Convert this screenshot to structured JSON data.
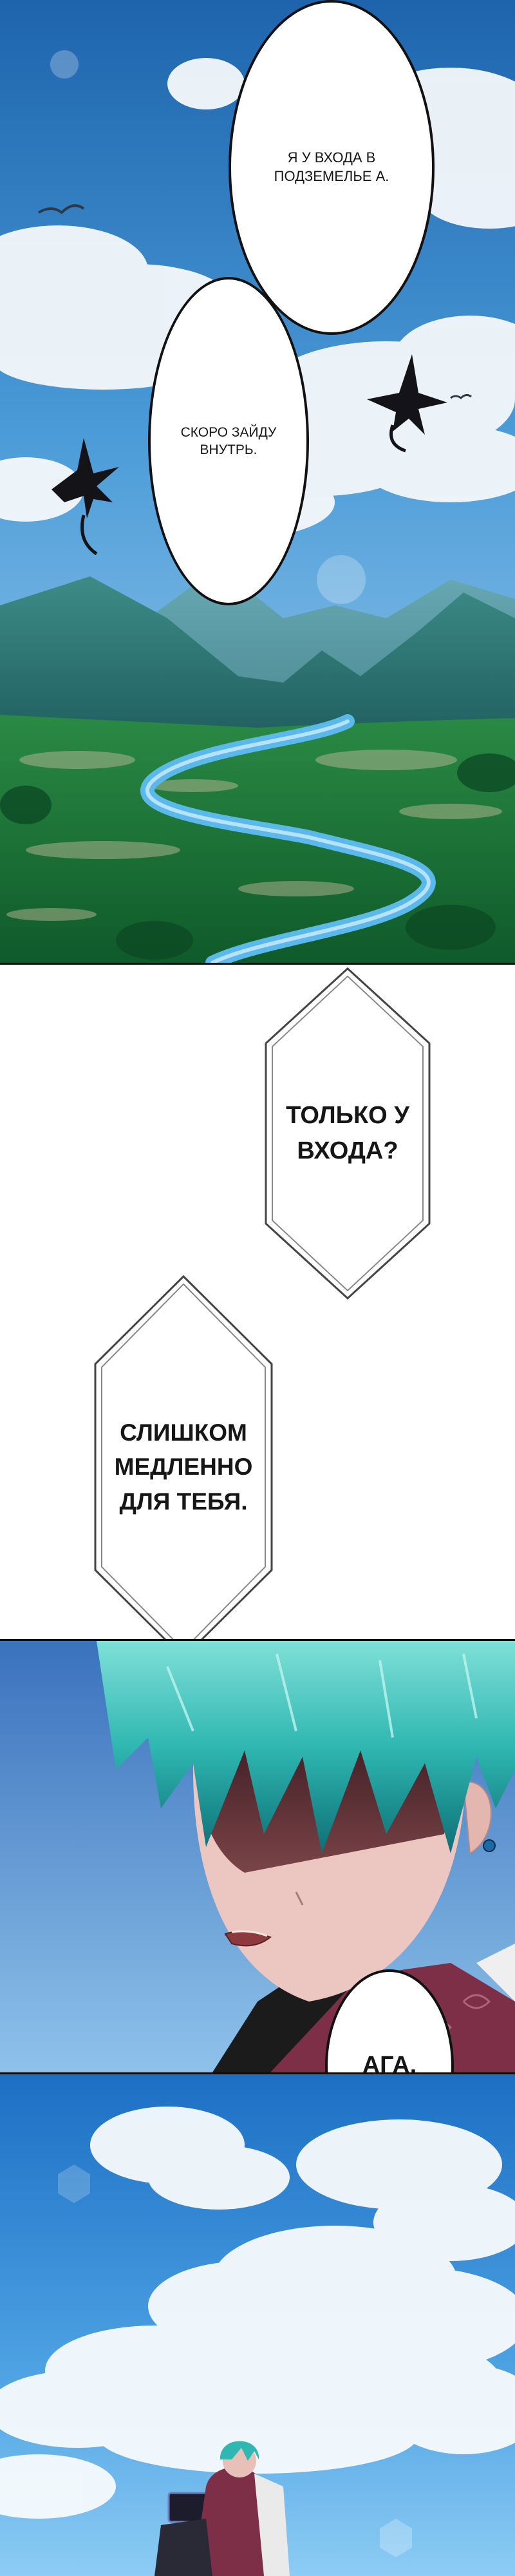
{
  "dialogue": {
    "line1": "Я У ВХОДА В\nПОДЗЕМЕЛЬЕ А.",
    "line2": "СКОРО ЗАЙДУ\nВНУТРЬ.",
    "line3": "ТОЛЬКО У\nВХОДА?",
    "line4": "СЛИШКОМ\nМЕДЛЕННО\nДЛЯ ТЕБЯ.",
    "line5": "АГА."
  },
  "colors": {
    "sky_top": "#1f6fb4",
    "sky_mid": "#5aa9e0",
    "cloud": "#f2f7fb",
    "mountain": "#3f8a85",
    "grass": "#1d8a3a",
    "river": "#56b6e8",
    "hair": "#2fb7b1",
    "skin": "#ecc6c0",
    "shadow_skin": "#5a2e2e",
    "robe": "#7d2f47",
    "ink": "#111111"
  }
}
